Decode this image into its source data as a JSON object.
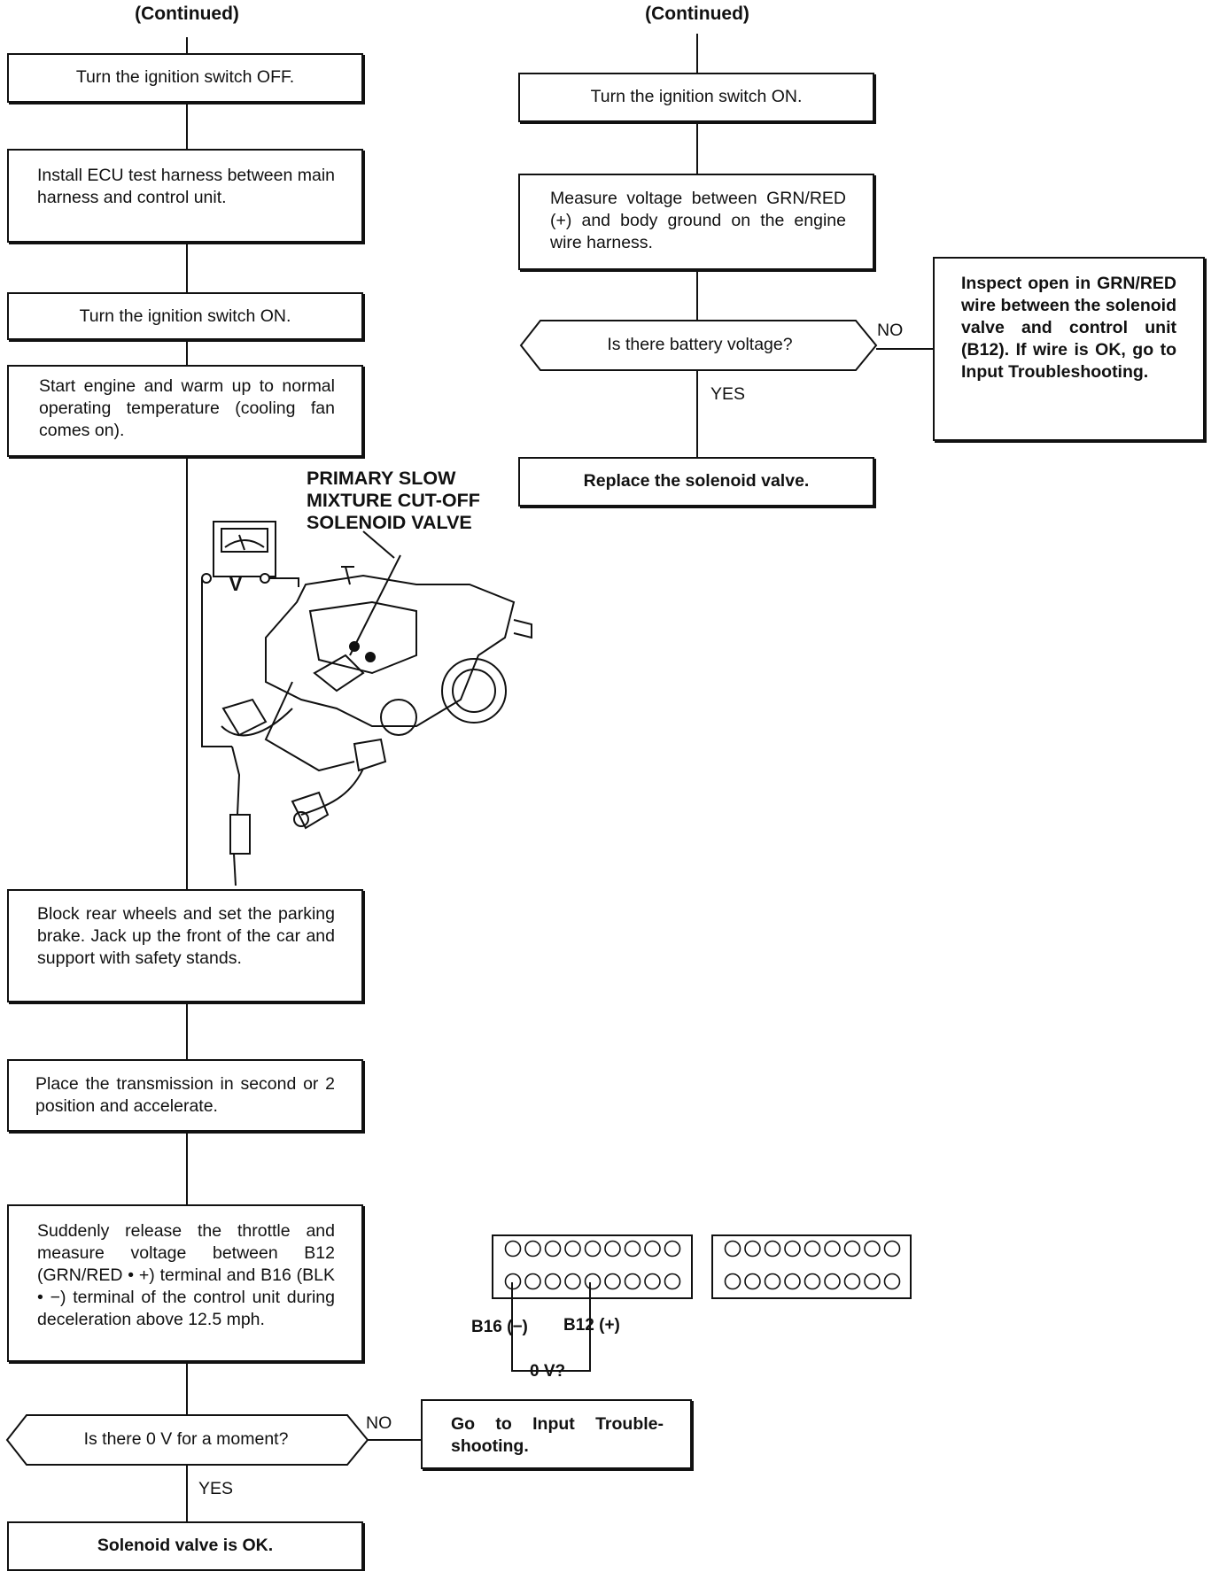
{
  "headers": {
    "left": "(Continued)",
    "right": "(Continued)"
  },
  "left_column": {
    "step1": "Turn the ignition switch OFF.",
    "step2": "Install ECU test harness between main harness and control unit.",
    "step3": "Turn the ignition switch ON.",
    "step4": "Start engine and warm up to normal operating temperature (cooling fan comes on).",
    "step5": "Block rear wheels and set the parking brake. Jack up the front of the car and support with safety stands.",
    "step6": "Place the transmission in second or 2 position and accelerate.",
    "step7": "Suddenly release the throttle and measure voltage between B12 (GRN/RED • +) terminal and B16 (BLK • −) terminal of the control unit during deceleration above 12.5 mph.",
    "decision": "Is there 0 V for a moment?",
    "no_label": "NO",
    "no_result": "Go to Input Trouble-shooting.",
    "yes_label": "YES",
    "yes_result": "Solenoid valve is OK."
  },
  "right_column": {
    "step1": "Turn the ignition switch ON.",
    "step2": "Measure voltage between GRN/RED (+) and body ground on the engine wire harness.",
    "decision": "Is there battery voltage?",
    "no_label": "NO",
    "no_result": "Inspect open in GRN/RED wire between the solenoid valve and control unit (B12). If wire is OK, go to Input Troubleshooting.",
    "yes_label": "YES",
    "yes_result": "Replace the solenoid valve."
  },
  "illustration": {
    "callout": "PRIMARY SLOW MIXTURE CUT-OFF SOLENOID VALVE",
    "meter_letter": "V"
  },
  "connector": {
    "b16_label": "B16 (−)",
    "b12_label": "B12 (+)",
    "voltage_label": "0 V?",
    "pins_per_row": 9
  }
}
